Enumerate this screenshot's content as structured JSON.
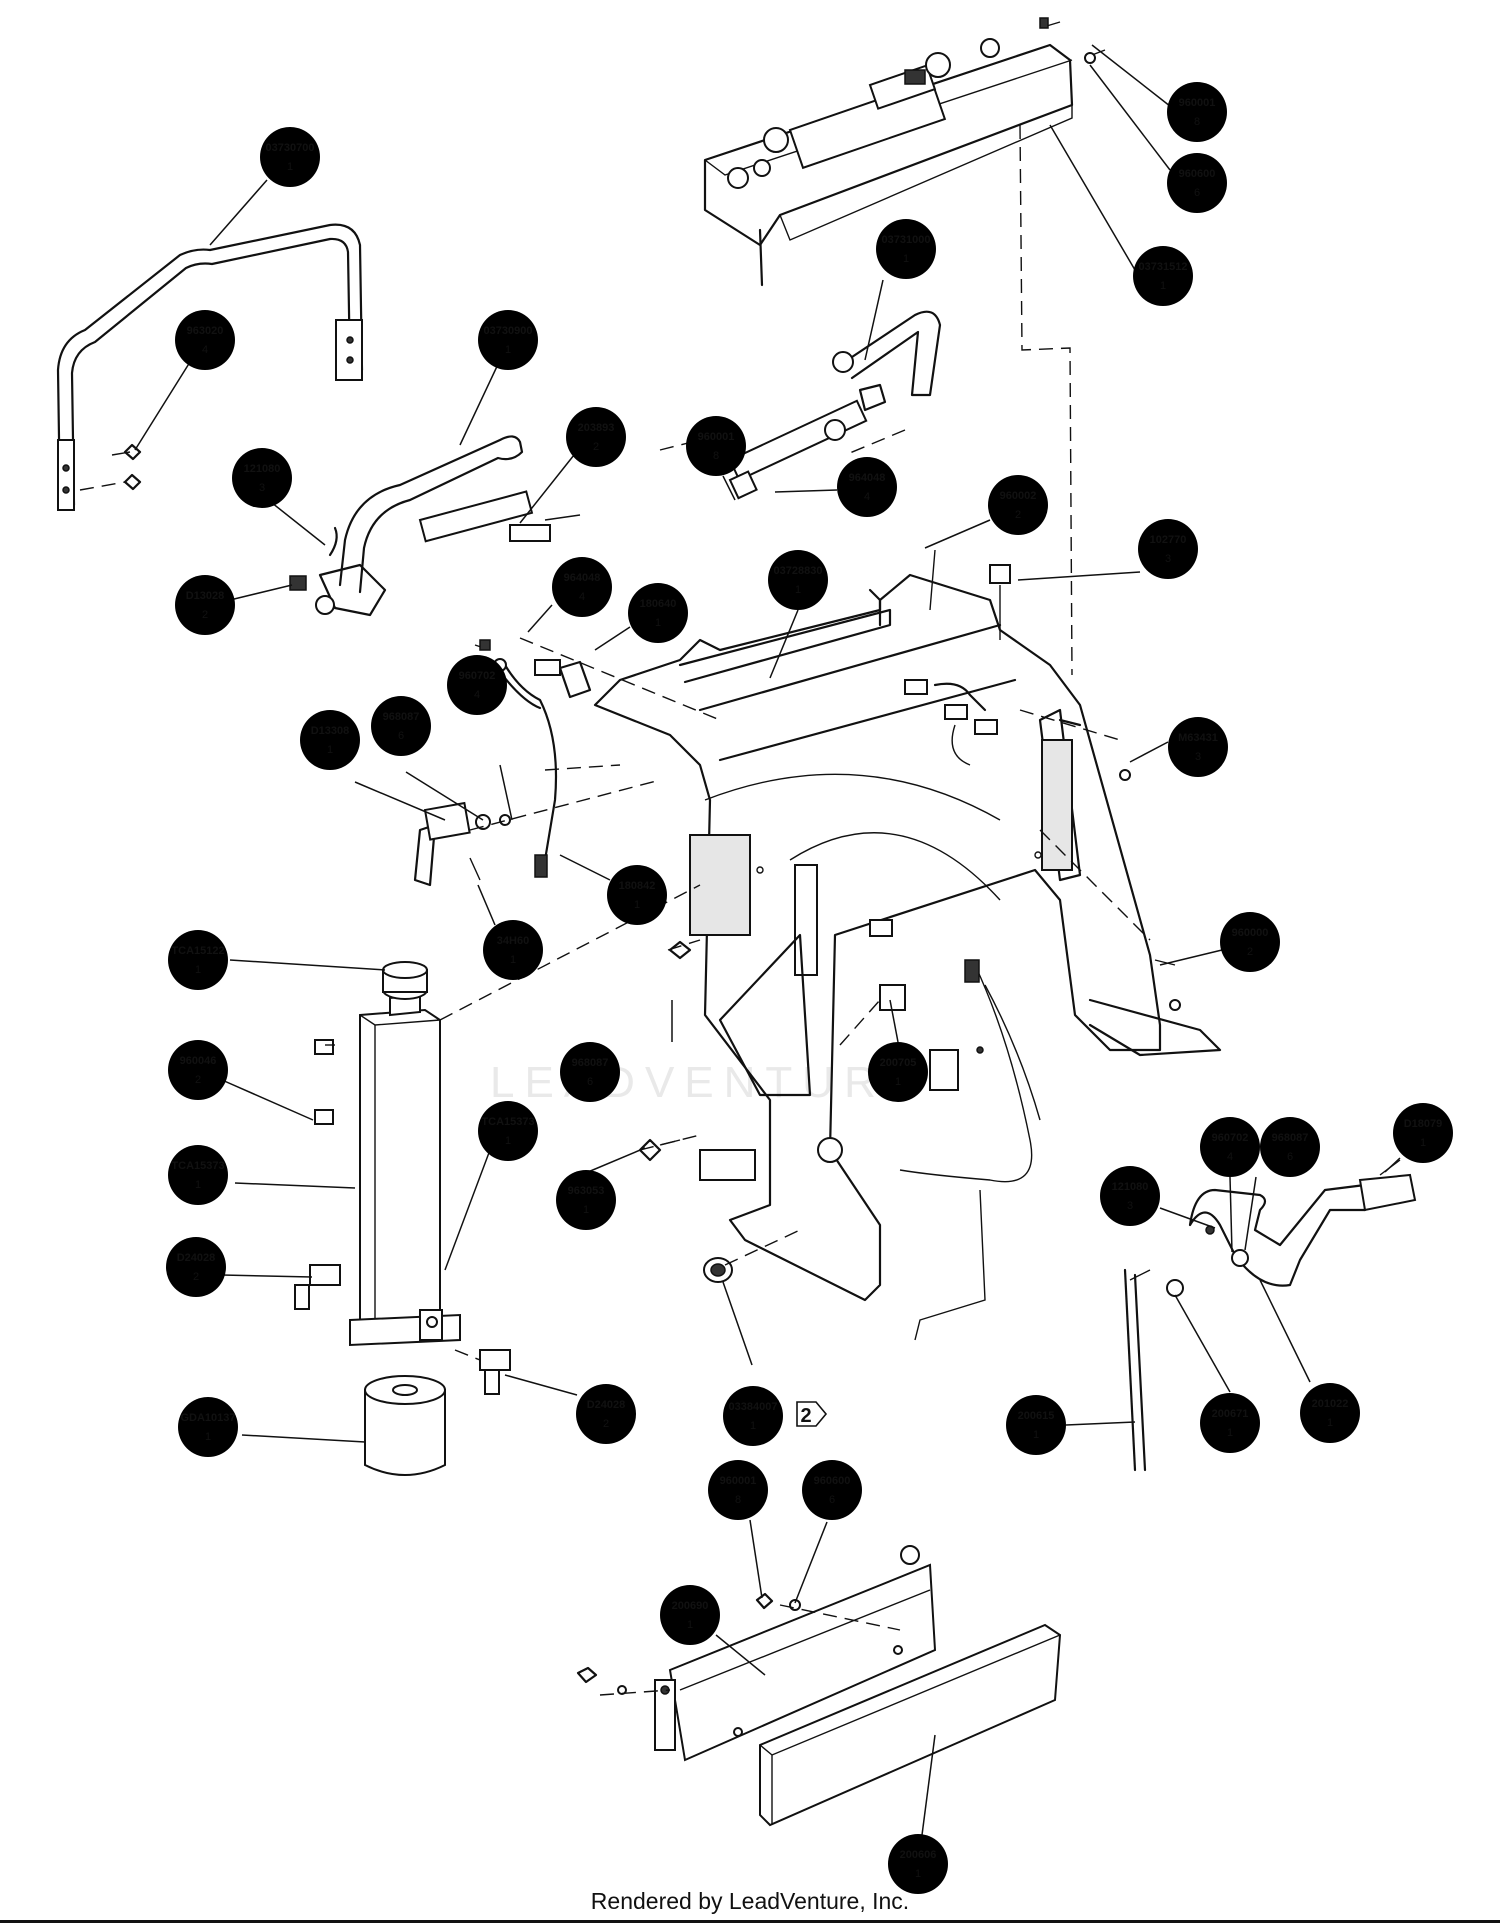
{
  "watermark": "LEADVENTURE",
  "footer": "Rendered by LeadVenture, Inc.",
  "section_tag": "2",
  "callouts": [
    {
      "part": "03730700",
      "qty": "1"
    },
    {
      "part": "963020",
      "qty": "4"
    },
    {
      "part": "121080",
      "qty": "3"
    },
    {
      "part": "D13028",
      "qty": "2"
    },
    {
      "part": "03730900",
      "qty": "1"
    },
    {
      "part": "203893",
      "qty": "2"
    },
    {
      "part": "03731512",
      "qty": "1"
    },
    {
      "part": "960001",
      "qty": "8"
    },
    {
      "part": "960600",
      "qty": "6"
    },
    {
      "part": "03731000",
      "qty": "1"
    },
    {
      "part": "960001",
      "qty": "8"
    },
    {
      "part": "964048",
      "qty": "4"
    },
    {
      "part": "960002",
      "qty": "2"
    },
    {
      "part": "102770",
      "qty": "3"
    },
    {
      "part": "03728830",
      "qty": "1"
    },
    {
      "part": "964048",
      "qty": "4"
    },
    {
      "part": "180640",
      "qty": "1"
    },
    {
      "part": "960702",
      "qty": "4"
    },
    {
      "part": "968087",
      "qty": "6"
    },
    {
      "part": "D13308",
      "qty": "1"
    },
    {
      "part": "M63431",
      "qty": "3"
    },
    {
      "part": "180842",
      "qty": "1"
    },
    {
      "part": "34H60",
      "qty": "1"
    },
    {
      "part": "TCA15122",
      "qty": "1"
    },
    {
      "part": "960046",
      "qty": "2"
    },
    {
      "part": "960000",
      "qty": "2"
    },
    {
      "part": "968087",
      "qty": "6"
    },
    {
      "part": "200705",
      "qty": "1"
    },
    {
      "part": "TCA15373",
      "qty": "1"
    },
    {
      "part": "TCA15373",
      "qty": "1"
    },
    {
      "part": "963053",
      "qty": "1"
    },
    {
      "part": "960702",
      "qty": "4"
    },
    {
      "part": "968087",
      "qty": "6"
    },
    {
      "part": "D18079",
      "qty": "1"
    },
    {
      "part": "121080",
      "qty": "3"
    },
    {
      "part": "D24028",
      "qty": "2"
    },
    {
      "part": "D24028",
      "qty": "2"
    },
    {
      "part": "03384007",
      "qty": "1"
    },
    {
      "part": "GDA10137",
      "qty": "1"
    },
    {
      "part": "200615",
      "qty": "1"
    },
    {
      "part": "200671",
      "qty": "1"
    },
    {
      "part": "201022",
      "qty": "1"
    },
    {
      "part": "960001",
      "qty": "8"
    },
    {
      "part": "960600",
      "qty": "6"
    },
    {
      "part": "200690",
      "qty": "1"
    },
    {
      "part": "200606",
      "qty": "1"
    }
  ]
}
